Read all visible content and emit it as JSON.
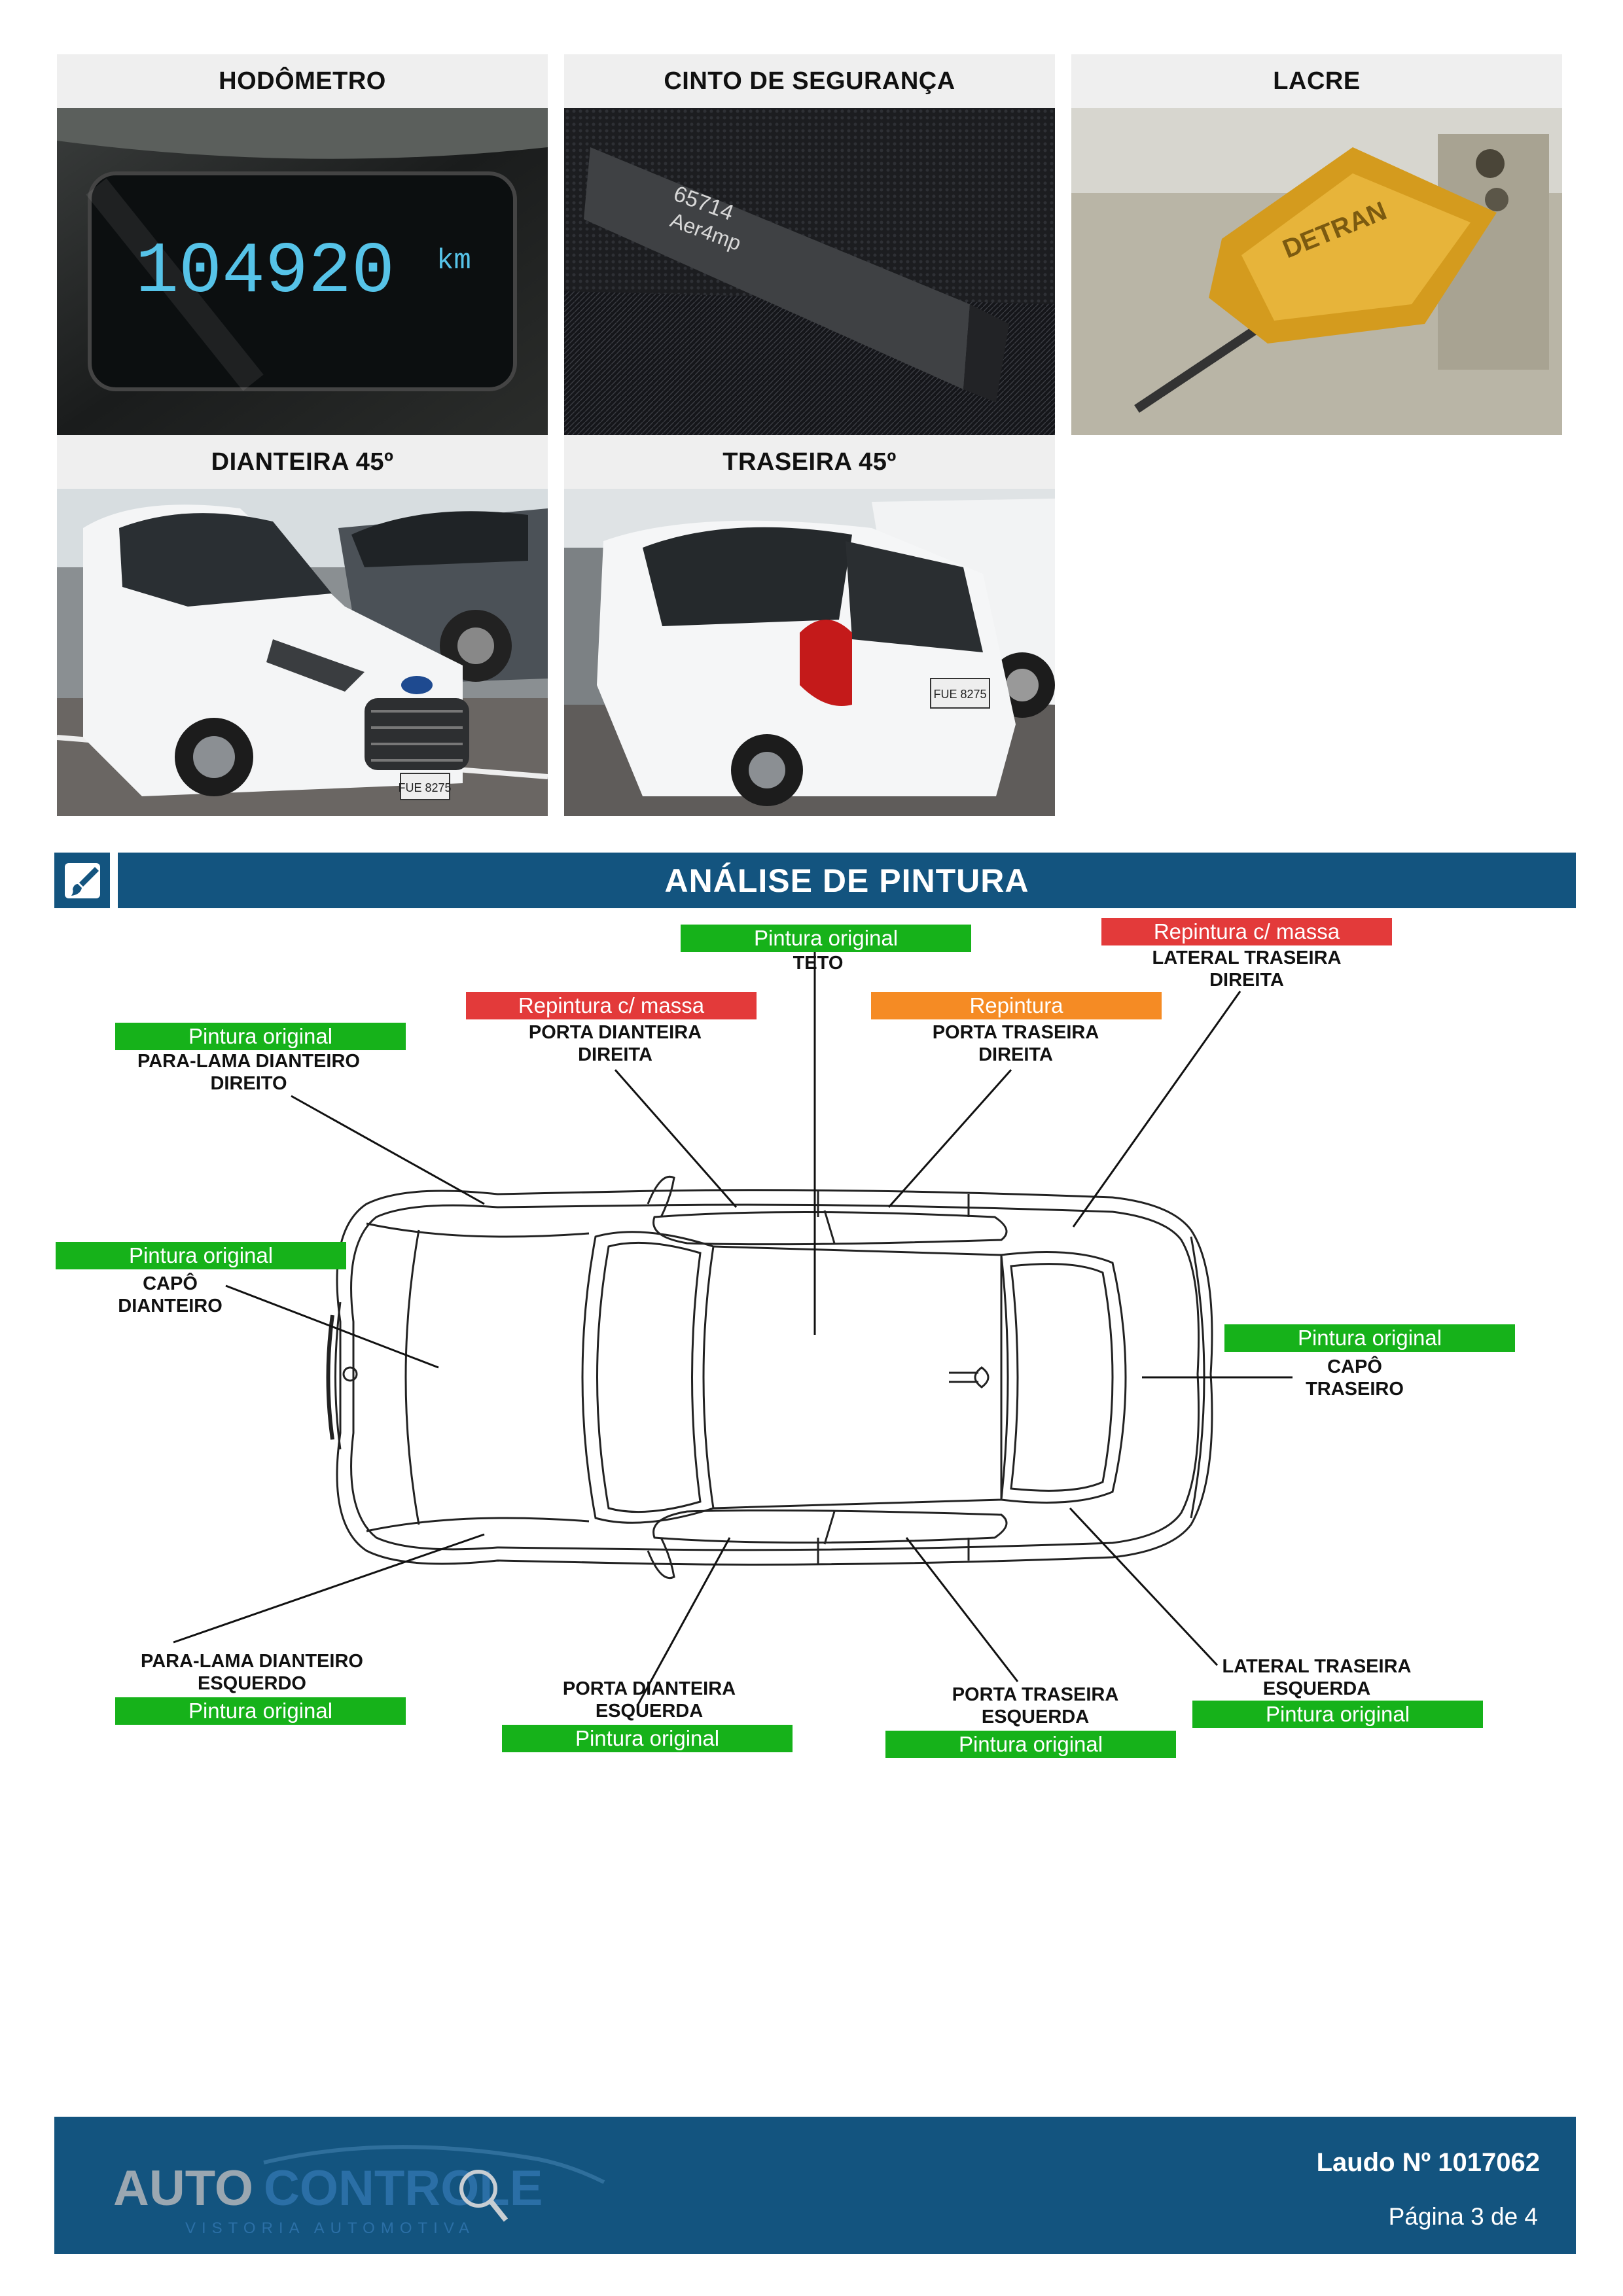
{
  "photos": [
    {
      "title": "HODÔMETRO"
    },
    {
      "title": "CINTO DE SEGURANÇA"
    },
    {
      "title": "LACRE"
    },
    {
      "title": "DIANTEIRA 45º"
    },
    {
      "title": "TRASEIRA 45º"
    }
  ],
  "photo_text": {
    "odometer_value": "104920",
    "odometer_unit": "km",
    "belt_text": "65714\nAer4mp",
    "plate": "FUE 8275"
  },
  "section": {
    "title": "ANÁLISE DE PINTURA",
    "icon": "paintbrush-icon"
  },
  "parts": {
    "teto": {
      "status": "Pintura original",
      "label": "TETO"
    },
    "lateral_traseira_direita": {
      "status": "Repintura c/ massa",
      "label": "LATERAL TRASEIRA DIREITA"
    },
    "porta_dianteira_direita": {
      "status": "Repintura c/ massa",
      "label": "PORTA DIANTEIRA DIREITA"
    },
    "porta_traseira_direita": {
      "status": "Repintura",
      "label": "PORTA TRASEIRA DIREITA"
    },
    "para_lama_dianteiro_direito": {
      "status": "Pintura original",
      "label": "PARA-LAMA DIANTEIRO DIREITO"
    },
    "capo_dianteiro": {
      "status": "Pintura original",
      "label": "CAPÔ DIANTEIRO"
    },
    "capo_traseiro": {
      "status": "Pintura original",
      "label": "CAPÔ TRASEIRO"
    },
    "para_lama_dianteiro_esquerdo": {
      "status": "Pintura original",
      "label": "PARA-LAMA DIANTEIRO ESQUERDO"
    },
    "porta_dianteira_esquerda": {
      "status": "Pintura original",
      "label": "PORTA DIANTEIRA ESQUERDA"
    },
    "porta_traseira_esquerda": {
      "status": "Pintura original",
      "label": "PORTA TRASEIRA ESQUERDA"
    },
    "lateral_traseira_esquerda": {
      "status": "Pintura original",
      "label": "LATERAL TRASEIRA ESQUERDA"
    }
  },
  "colors": {
    "original": "#16b21a",
    "massa": "#e33a3a",
    "repintura": "#f58b24",
    "brand": "#13547f"
  },
  "footer": {
    "logo_line1a": "AUTO",
    "logo_line1b": "CONTROLE",
    "logo_line2": "VISTORIA AUTOMOTIVA",
    "laudo": "Laudo Nº 1017062",
    "pagina": "Página 3 de 4"
  }
}
